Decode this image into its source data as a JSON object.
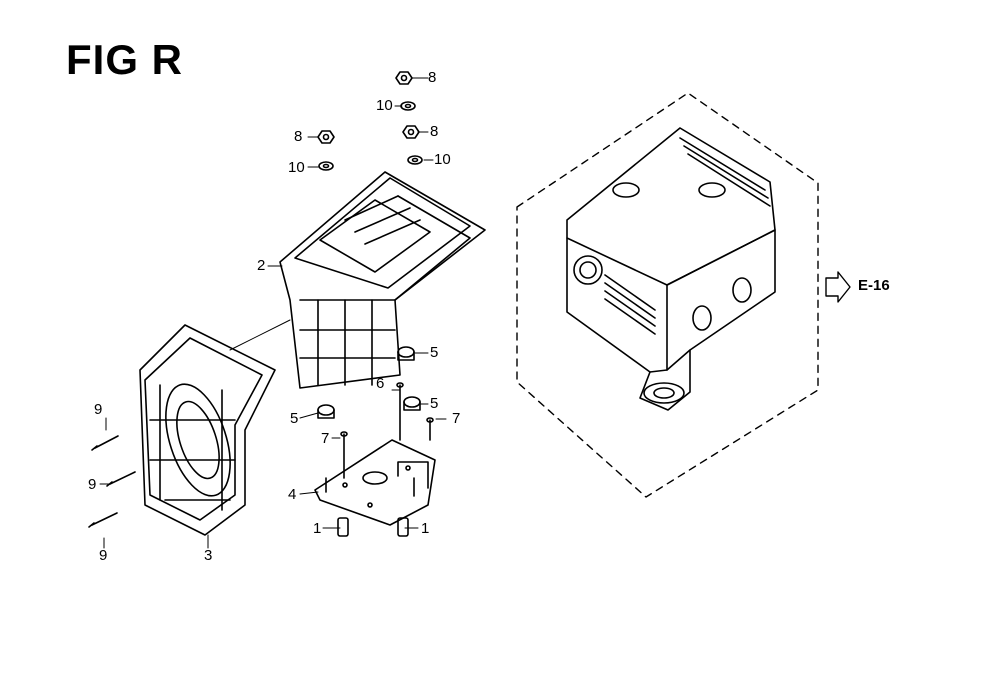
{
  "figure": {
    "title": "FIG R",
    "reference": "E-16"
  },
  "callouts": [
    "8",
    "10",
    "8",
    "8",
    "10",
    "10",
    "2",
    "5",
    "6",
    "5",
    "5",
    "7",
    "7",
    "9",
    "9",
    "4",
    "1",
    "1",
    "9",
    "3"
  ]
}
